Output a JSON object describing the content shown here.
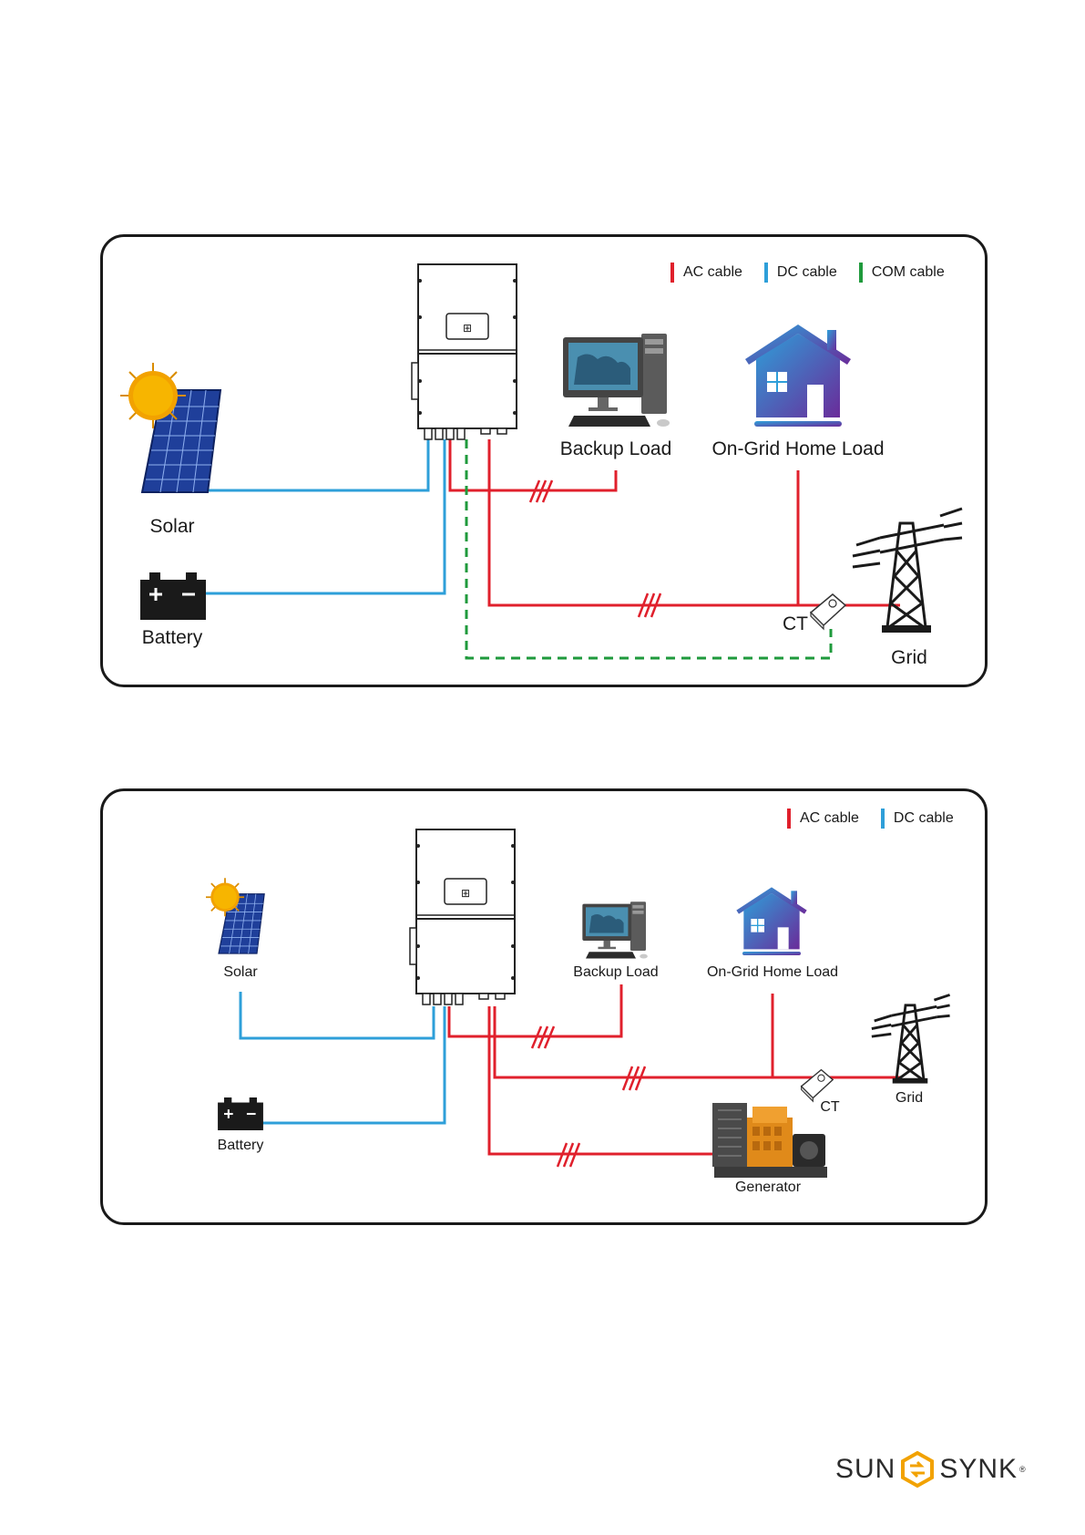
{
  "legend_colors": {
    "ac": "#e0202c",
    "dc": "#2e9fd9",
    "com": "#1f9a3c"
  },
  "diagram1": {
    "legend": {
      "ac": "AC cable",
      "dc": "DC cable",
      "com": "COM cable"
    },
    "labels": {
      "solar": "Solar",
      "battery": "Battery",
      "backup_load": "Backup Load",
      "home_load": "On-Grid Home Load",
      "ct": "CT",
      "grid": "Grid"
    }
  },
  "diagram2": {
    "legend": {
      "ac": "AC cable",
      "dc": "DC cable"
    },
    "labels": {
      "solar": "Solar",
      "battery": "Battery",
      "backup_load": "Backup Load",
      "home_load": "On-Grid Home Load",
      "ct": "CT",
      "grid": "Grid",
      "generator": "Generator"
    }
  },
  "logo": {
    "left": "SUN",
    "right": "SYNK",
    "mark": "®"
  },
  "icons": [
    "inverter-icon",
    "solar-panel-icon",
    "battery-icon",
    "computer-icon",
    "house-icon",
    "pylon-icon",
    "ct-clamp-icon",
    "generator-icon"
  ]
}
